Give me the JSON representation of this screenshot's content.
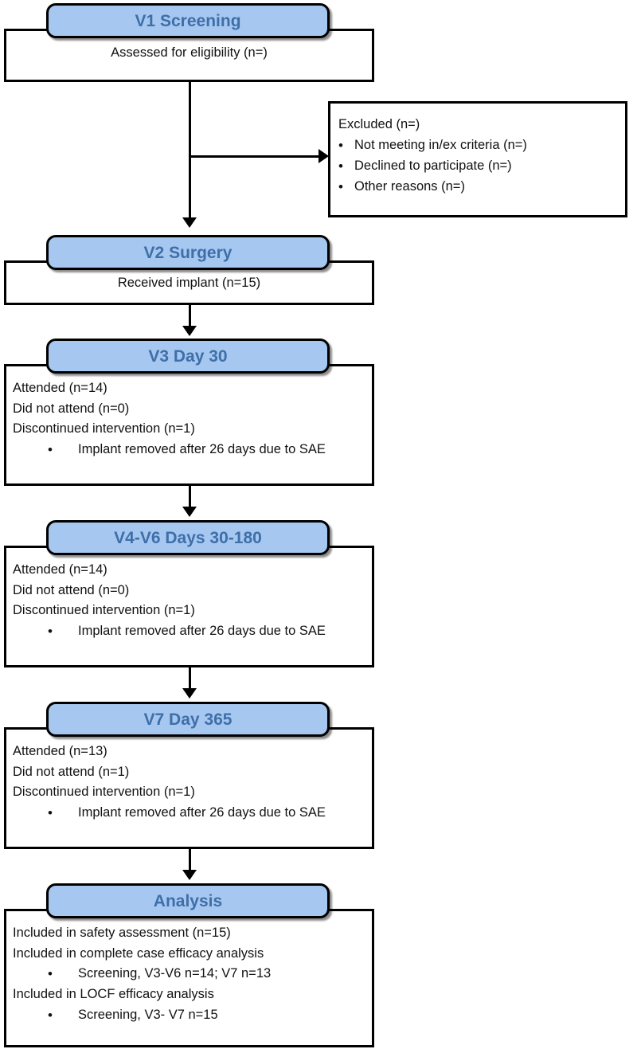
{
  "diagram": {
    "title": "CONSORT participant flow diagram",
    "colors": {
      "header_fill": "#A6C7F0",
      "header_text": "#3F6FA8",
      "border": "#000000",
      "body_text": "#111111",
      "background": "#FFFFFF"
    }
  },
  "nodes": {
    "v1": {
      "header": "V1 Screening",
      "lines": [
        "Assessed for eligibility (n=)"
      ]
    },
    "excluded": {
      "title": "Excluded (n=)",
      "bullets": [
        "Not meeting in/ex criteria (n=)",
        "Declined to participate (n=)",
        "Other reasons (n=)"
      ],
      "bullet_glyph": "•"
    },
    "v2": {
      "header": "V2 Surgery",
      "lines": [
        "Received implant (n=15)"
      ]
    },
    "v3": {
      "header": "V3 Day 30",
      "lines": [
        "Attended (n=14)",
        "Did not attend (n=0)",
        "Discontinued intervention (n=1)"
      ],
      "bullets": [
        "Implant removed after 26 days due to SAE"
      ],
      "bullet_glyph": "•"
    },
    "v4v6": {
      "header": "V4-V6 Days 30-180",
      "lines": [
        "Attended (n=14)",
        "Did not attend (n=0)",
        "Discontinued intervention (n=1)"
      ],
      "bullets": [
        "Implant removed after 26 days due to SAE"
      ],
      "bullet_glyph": "•"
    },
    "v7": {
      "header": "V7 Day 365",
      "lines": [
        "Attended (n=13)",
        "Did not attend (n=1)",
        "Discontinued intervention (n=1)"
      ],
      "bullets": [
        "Implant removed after 26 days due to SAE"
      ],
      "bullet_glyph": "•"
    },
    "analysis": {
      "header": "Analysis",
      "line1": "Included in safety assessment (n=15)",
      "line2": "Included in complete case efficacy analysis",
      "bullet1": "Screening, V3-V6 n=14; V7 n=13",
      "line3": "Included in LOCF efficacy analysis",
      "bullet2": "Screening, V3- V7 n=15",
      "bullet_glyph": "•"
    }
  }
}
